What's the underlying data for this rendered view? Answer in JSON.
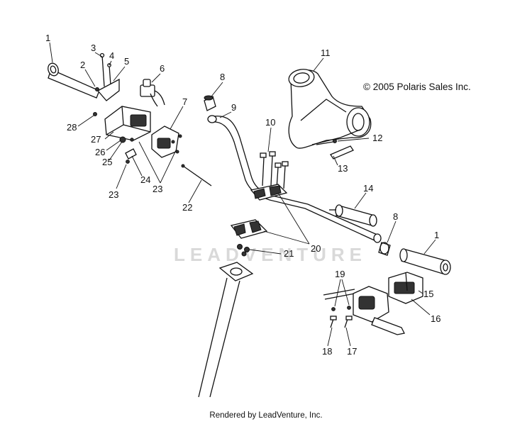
{
  "copyright": "© 2005 Polaris Sales Inc.",
  "watermark": "LEADVENTURE",
  "footer": "Rendered by LeadVenture, Inc.",
  "callouts": {
    "c1a": "1",
    "c1b": "1",
    "c2": "2",
    "c3": "3",
    "c4": "4",
    "c5": "5",
    "c6": "6",
    "c7": "7",
    "c8a": "8",
    "c8b": "8",
    "c9": "9",
    "c10": "10",
    "c11": "11",
    "c12": "12",
    "c13": "13",
    "c14": "14",
    "c15": "15",
    "c16": "16",
    "c17": "17",
    "c18": "18",
    "c19": "19",
    "c20": "20",
    "c21": "21",
    "c22": "22",
    "c23a": "23",
    "c23b": "23",
    "c24": "24",
    "c25": "25",
    "c26": "26",
    "c27": "27",
    "c28": "28"
  }
}
